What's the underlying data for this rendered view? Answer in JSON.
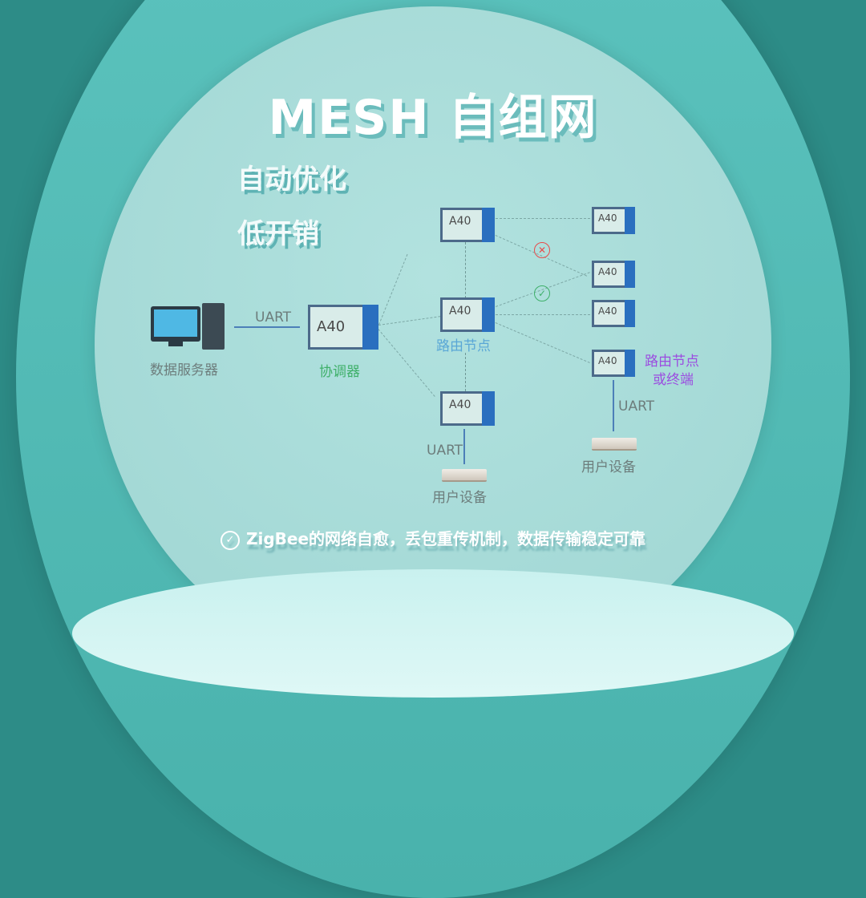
{
  "title": "MESH 自组网",
  "features": [
    "自动优化",
    "低开销"
  ],
  "diagram": {
    "server_label": "数据服务器",
    "link_label": "UART",
    "coordinator": {
      "module": "A40",
      "label": "协调器"
    },
    "router_label": "路由节点",
    "end_label_line1": "路由节点",
    "end_label_line2": "或终端",
    "module_text": "A40",
    "user_device_label": "用户设备",
    "status_fail": "✕",
    "status_ok": "✓"
  },
  "footer": {
    "icon": "check-circle-icon",
    "text": "ZigBee的网络自愈，丢包重传机制，数据传输稳定可靠"
  },
  "colors": {
    "coordinator_label": "#3fb06a",
    "router_label": "#5aa7d6",
    "end_label": "#9b4de0",
    "fail": "#e84b4b",
    "ok": "#3fb06a"
  }
}
